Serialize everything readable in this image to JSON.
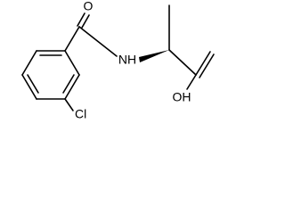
{
  "molecule": {
    "atoms": {
      "carbonyl_oxygen": "O",
      "amide_nitrogen": "NH",
      "acid_hydroxyl": "OH",
      "chlorine": "Cl"
    },
    "colors": {
      "bond": "#000000",
      "label": "#000000",
      "background": "#ffffff"
    }
  }
}
